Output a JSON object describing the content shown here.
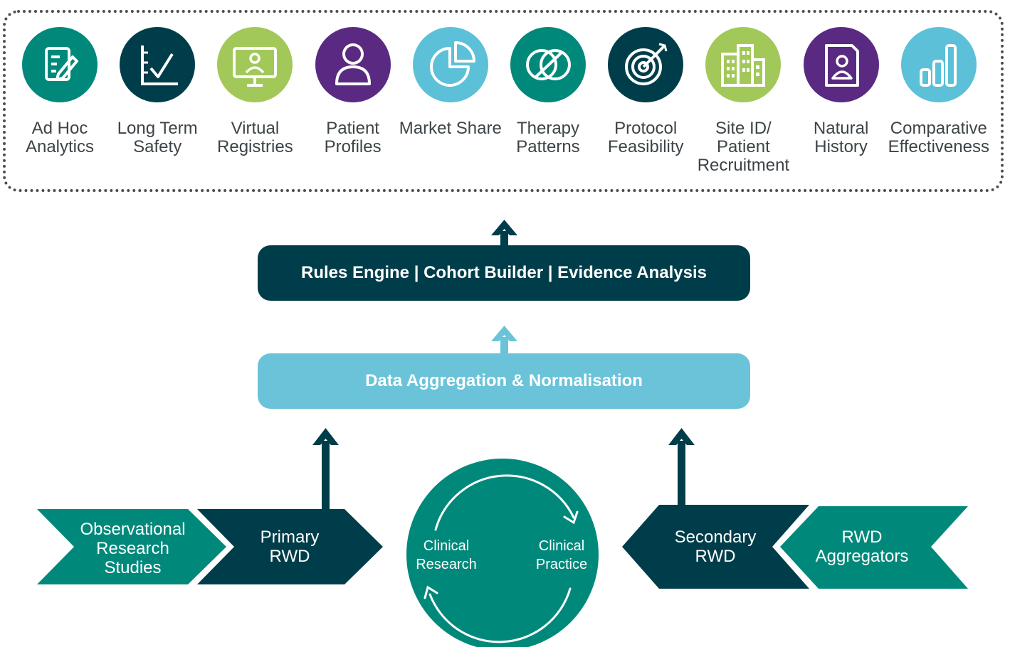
{
  "use_cases": [
    {
      "label": "Ad Hoc Analytics",
      "icon": "analytics-edit-icon",
      "color": "#00897b"
    },
    {
      "label": "Long Term Safety",
      "icon": "line-chart-icon",
      "color": "#003d4a"
    },
    {
      "label": "Virtual Registries",
      "icon": "monitor-user-icon",
      "color": "#a3c85a"
    },
    {
      "label": "Patient Profiles",
      "icon": "person-icon",
      "color": "#5a2a82"
    },
    {
      "label": "Market Share",
      "icon": "pie-chart-icon",
      "color": "#5bc0d8"
    },
    {
      "label": "Therapy Patterns",
      "icon": "pill-icon",
      "color": "#00897b"
    },
    {
      "label": "Protocol Feasibility",
      "icon": "target-icon",
      "color": "#003d4a"
    },
    {
      "label": "Site ID/ Patient Recruitment",
      "icon": "buildings-icon",
      "color": "#a3c85a"
    },
    {
      "label": "Natural History",
      "icon": "patient-record-icon",
      "color": "#5a2a82"
    },
    {
      "label": "Comparative Effectiveness",
      "icon": "bar-chart-icon",
      "color": "#5bc0d8"
    }
  ],
  "engine_bar": {
    "label": "Rules Engine | Cohort Builder | Evidence Analysis",
    "color": "#003d4a"
  },
  "aggregation_bar": {
    "label": "Data Aggregation & Normalisation",
    "color": "#6ac3d9"
  },
  "sources": {
    "observational": "Observational Research Studies",
    "primary": "Primary RWD",
    "secondary": "Secondary RWD",
    "aggregators": "RWD Aggregators"
  },
  "cycle": {
    "left": "Clinical Research",
    "right": "Clinical Practice"
  },
  "colors": {
    "teal": "#00897b",
    "navy": "#003d4a",
    "light_blue": "#6ac3d9",
    "frame": "#4a4f52",
    "label_text": "#3d4447"
  }
}
